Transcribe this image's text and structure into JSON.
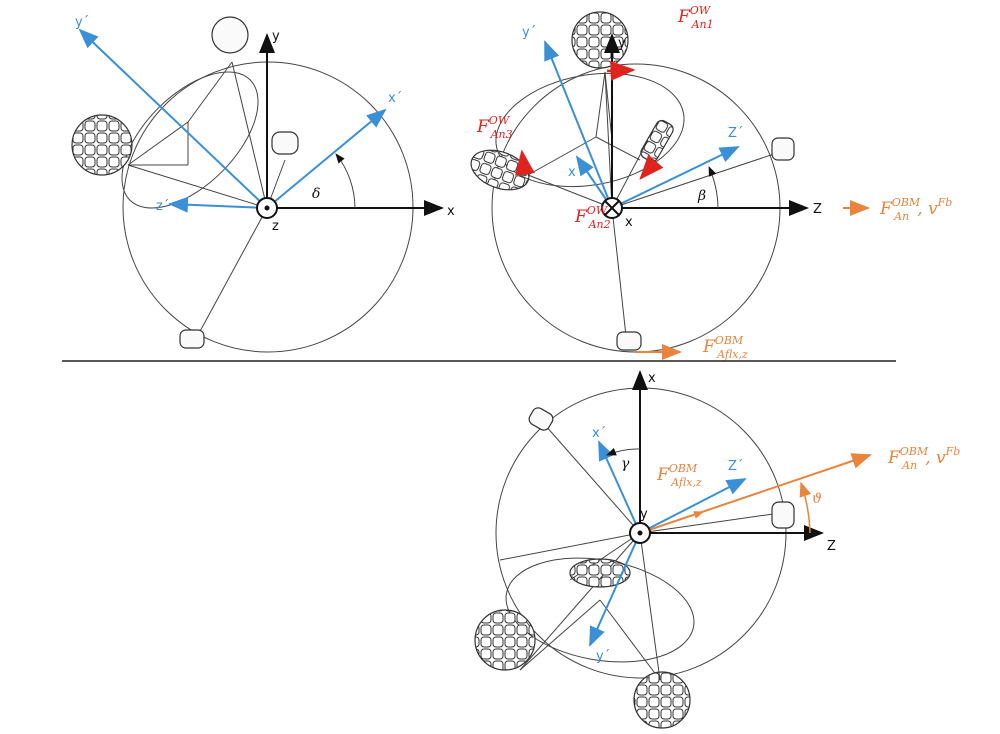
{
  "colors": {
    "axis": "#111111",
    "frame_prime": "#3b8fd6",
    "wheel_force": "#e0231c",
    "ball_force": "#e8843c",
    "outline": "#444444"
  },
  "panel1": {
    "y": "y",
    "x": "x",
    "z": "z",
    "y_prime": "y´",
    "x_prime": "x´",
    "z_prime": "z´",
    "angle": "δ",
    "center_symbol": "dot"
  },
  "panel2": {
    "y": "y",
    "z": "Z",
    "x": "x",
    "y_prime": "y´",
    "x_prime": "x´",
    "z_prime": "Z´",
    "angle": "β",
    "center_symbol": "cross",
    "f1": {
      "base": "F",
      "sup": "OW",
      "sub": "An1"
    },
    "f2": {
      "base": "F",
      "sup": "OW",
      "sub": "An2"
    },
    "f3": {
      "base": "F",
      "sup": "OW",
      "sub": "An3"
    },
    "fabl": {
      "base": "F",
      "sup": "OBM",
      "sub": "Aflx,z"
    },
    "fan": {
      "base": "F",
      "sup": "OBM",
      "sub": "An",
      "sep": ", ",
      "v": "v",
      "vsup": "Fb"
    }
  },
  "panel3": {
    "x": "x",
    "z": "Z",
    "y": "y",
    "x_prime": "x´",
    "z_prime": "Z´",
    "y_prime": "y´",
    "angle_gamma": "γ",
    "angle_theta": "ϑ",
    "center_symbol": "dot",
    "fabl": {
      "base": "F",
      "sup": "OBM",
      "sub": "Aflx,z"
    },
    "fan": {
      "base": "F",
      "sup": "OBM",
      "sub": "An",
      "sep": ", ",
      "v": "v",
      "vsup": "Fb"
    }
  }
}
